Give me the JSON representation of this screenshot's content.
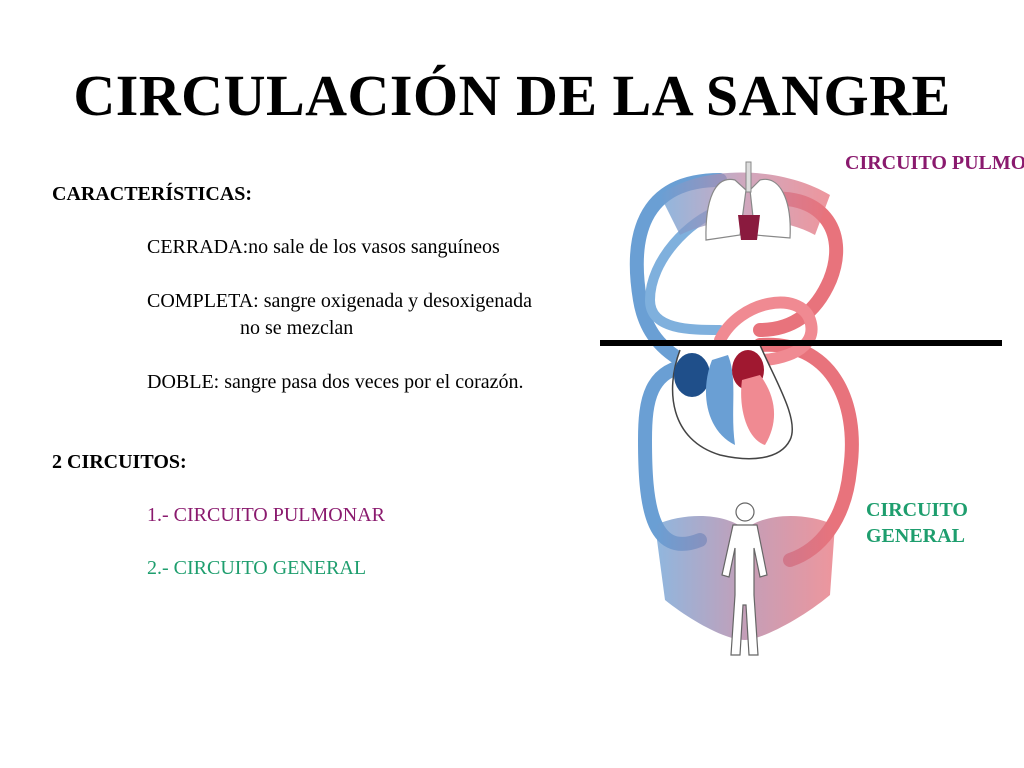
{
  "title": "CIRCULACIÓN DE LA SANGRE",
  "caracteristicas": {
    "heading": "CARACTERÍSTICAS:",
    "cerrada": "CERRADA:no sale de los vasos sanguíneos",
    "completa_1": "COMPLETA: sangre oxigenada y desoxigenada",
    "completa_2": "no se mezclan",
    "doble": "DOBLE: sangre pasa dos veces por el corazón."
  },
  "circuitos": {
    "heading": "2 CIRCUITOS:",
    "item1": "1.- CIRCUITO PULMONAR",
    "item2": "2.- CIRCUITO GENERAL"
  },
  "diagram": {
    "label_pulmonar": "CIRCUITO PULMONAR",
    "label_general_1": "CIRCUITO",
    "label_general_2": "GENERAL",
    "colors": {
      "venous": "#6a9fd4",
      "arterial": "#e8737c",
      "pulmonar_label": "#8a1a6e",
      "general_label": "#1e9e6e"
    }
  }
}
